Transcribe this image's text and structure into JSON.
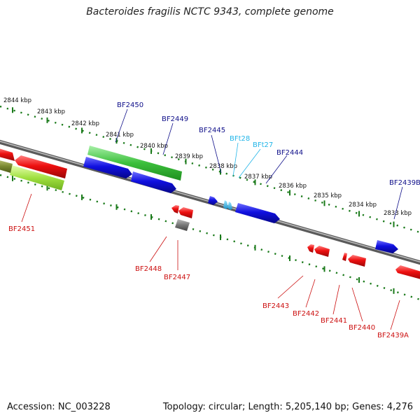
{
  "title": "Bacteroides fragilis NCTC 9343, complete genome",
  "footer": {
    "accession": "Accession: NC_003228",
    "topology": "Topology: circular; Length: 5,205,140 bp; Genes: 4,276"
  },
  "colors": {
    "forward_gene": "#1010e0",
    "reverse_gene": "#ee1010",
    "rna_gene": "#22b5e8",
    "forward_label": "#10108a",
    "reverse_label": "#cc1010",
    "rna_label": "#22b5e8",
    "backbone": "#808080",
    "cog_green": "#3cbf3c",
    "cog_lime": "#a0e040",
    "cog_olive": "#7a8a30",
    "cog_gray": "#777777",
    "ticks": "#1a7a1a"
  },
  "scale_ticks": [
    {
      "label": "2844 kbp"
    },
    {
      "label": "2843 kbp"
    },
    {
      "label": "2842 kbp"
    },
    {
      "label": "2841 kbp"
    },
    {
      "label": "2840 kbp"
    },
    {
      "label": "2839 kbp"
    },
    {
      "label": "2838 kbp"
    },
    {
      "label": "2837 kbp"
    },
    {
      "label": "2836 kbp"
    },
    {
      "label": "2835 kbp"
    },
    {
      "label": "2834 kbp"
    },
    {
      "label": "2833 kbp"
    }
  ],
  "forward_labels": [
    "BF2450",
    "BF2449",
    "BF2445",
    "BFt28",
    "BFt27",
    "BF2444",
    "BF2439B"
  ],
  "reverse_labels": [
    "BF2451",
    "BF2448",
    "BF2447",
    "BF2443",
    "BF2442",
    "BF2441",
    "BF2440",
    "BF2439A"
  ]
}
